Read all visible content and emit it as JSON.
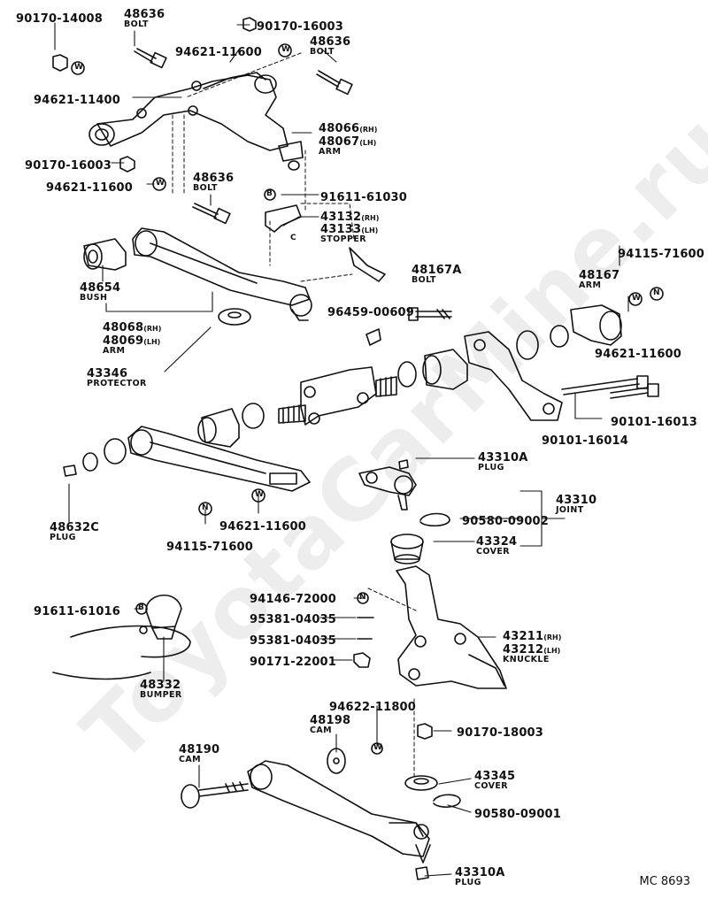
{
  "parts": [
    {
      "id": "p1",
      "number": "90170-14008",
      "name": ""
    },
    {
      "id": "p2",
      "number": "48636",
      "name": "BOLT"
    },
    {
      "id": "p3",
      "number": "90170-16003",
      "name": ""
    },
    {
      "id": "p4",
      "number": "94621-11600",
      "name": ""
    },
    {
      "id": "p5",
      "number": "48636",
      "name": "BOLT"
    },
    {
      "id": "p6",
      "number": "94621-11400",
      "name": ""
    },
    {
      "id": "p7",
      "number": "48066",
      "suffix": "(RH)",
      "name": ""
    },
    {
      "id": "p8",
      "number": "48067",
      "suffix": "(LH)",
      "name": "ARM"
    },
    {
      "id": "p9",
      "number": "90170-16003",
      "name": ""
    },
    {
      "id": "p10",
      "number": "48636",
      "name": "BOLT"
    },
    {
      "id": "p11",
      "number": "94621-11600",
      "name": ""
    },
    {
      "id": "p12",
      "number": "91611-61030",
      "name": ""
    },
    {
      "id": "p13",
      "number": "43132",
      "suffix": "(RH)",
      "name": ""
    },
    {
      "id": "p14",
      "number": "43133",
      "suffix": "(LH)",
      "name": "STOPPER"
    },
    {
      "id": "p15",
      "number": "94115-71600",
      "name": ""
    },
    {
      "id": "p16",
      "number": "48167A",
      "name": "BOLT"
    },
    {
      "id": "p17",
      "number": "48167",
      "name": "ARM"
    },
    {
      "id": "p18",
      "number": "48654",
      "name": "BUSH"
    },
    {
      "id": "p19",
      "number": "48068",
      "suffix": "(RH)",
      "name": ""
    },
    {
      "id": "p20",
      "number": "48069",
      "suffix": "(LH)",
      "name": "ARM"
    },
    {
      "id": "p21",
      "number": "96459-00609",
      "name": ""
    },
    {
      "id": "p22",
      "number": "94621-11600",
      "name": ""
    },
    {
      "id": "p23",
      "number": "43346",
      "name": "PROTECTOR"
    },
    {
      "id": "p24",
      "number": "90101-16013",
      "name": ""
    },
    {
      "id": "p25",
      "number": "90101-16014",
      "name": ""
    },
    {
      "id": "p26",
      "number": "43310A",
      "name": "PLUG"
    },
    {
      "id": "p27",
      "number": "43310",
      "name": "JOINT"
    },
    {
      "id": "p28",
      "number": "90580-09002",
      "name": ""
    },
    {
      "id": "p29",
      "number": "48632C",
      "name": "PLUG"
    },
    {
      "id": "p30",
      "number": "94621-11600",
      "name": ""
    },
    {
      "id": "p31",
      "number": "94115-71600",
      "name": ""
    },
    {
      "id": "p32",
      "number": "43324",
      "name": "COVER"
    },
    {
      "id": "p33",
      "number": "91611-61016",
      "name": ""
    },
    {
      "id": "p34",
      "number": "94146-72000",
      "name": ""
    },
    {
      "id": "p35",
      "number": "95381-04035",
      "name": ""
    },
    {
      "id": "p36",
      "number": "95381-04035",
      "name": ""
    },
    {
      "id": "p37",
      "number": "43211",
      "suffix": "(RH)",
      "name": ""
    },
    {
      "id": "p38",
      "number": "43212",
      "suffix": "(LH)",
      "name": "KNUCKLE"
    },
    {
      "id": "p39",
      "number": "90171-22001",
      "name": ""
    },
    {
      "id": "p40",
      "number": "48332",
      "name": "BUMPER"
    },
    {
      "id": "p41",
      "number": "94622-11800",
      "name": ""
    },
    {
      "id": "p42",
      "number": "48198",
      "name": "CAM"
    },
    {
      "id": "p43",
      "number": "90170-18003",
      "name": ""
    },
    {
      "id": "p44",
      "number": "48190",
      "name": "CAM"
    },
    {
      "id": "p45",
      "number": "43345",
      "name": "COVER"
    },
    {
      "id": "p46",
      "number": "90580-09001",
      "name": ""
    },
    {
      "id": "p47",
      "number": "43310A",
      "name": "PLUG"
    }
  ],
  "symbols": {
    "washer": "W",
    "nut": "N",
    "bolt": "B",
    "clip": "C"
  },
  "diagram_code": "MC 8693",
  "watermark": "ToyotaCarMine.ru"
}
